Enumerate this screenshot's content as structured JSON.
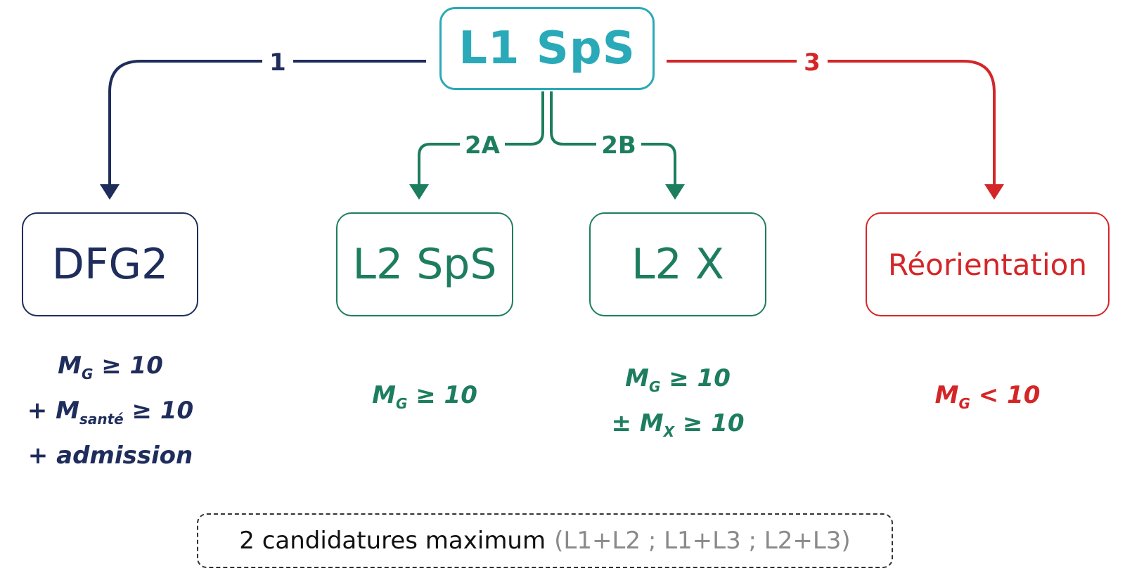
{
  "colors": {
    "navy": "#1f2d5c",
    "teal": "#2aaab8",
    "green": "#1d7d5f",
    "red": "#d42628",
    "grey": "#8a8a8a"
  },
  "nodes": {
    "top": "L1 SpS",
    "dfg2": "DFG2",
    "l2sps": "L2 SpS",
    "l2x": "L2 X",
    "reorientation": "Réorientation"
  },
  "edges": {
    "to_dfg2": "1",
    "to_l2sps": "2A",
    "to_l2x": "2B",
    "to_reorientation": "3"
  },
  "conditions": {
    "dfg2": {
      "line1_m": "M",
      "line1_sub": "G",
      "line1_rest": " ≥ 10",
      "line2_prefix": "+ M",
      "line2_sub": "santé",
      "line2_rest": " ≥ 10",
      "line3": "+ admission"
    },
    "l2sps": {
      "m": "M",
      "sub": "G",
      "rest": " ≥ 10"
    },
    "l2x": {
      "line1_m": "M",
      "line1_sub": "G",
      "line1_rest": " ≥ 10",
      "line2_prefix": "± M",
      "line2_sub": "X",
      "line2_rest": " ≥ 10"
    },
    "reorientation": {
      "m": "M",
      "sub": "G",
      "rest": " < 10"
    }
  },
  "note": {
    "main": "2 candidatures maximum",
    "paren": "(L1+L2 ; L1+L3 ; L2+L3)"
  }
}
